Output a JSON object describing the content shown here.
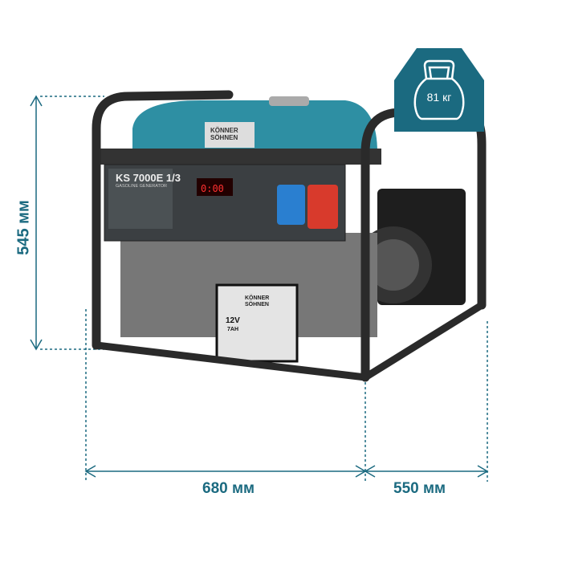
{
  "dimensions": {
    "height": "545 мм",
    "width": "680 мм",
    "depth": "550 мм"
  },
  "weight_badge": {
    "text": "81 кг",
    "icon": "kettlebell-icon",
    "color": "#1b6a80"
  },
  "product": {
    "brand": "KÖNNER SÖHNEN",
    "model": "KS 7000E 1/3",
    "subtitle": "GASOLINE GENERATOR",
    "display": "0:00",
    "battery_voltage": "12V",
    "battery_capacity": "7AH",
    "battery_brand": "KÖNNER SÖHNEN"
  },
  "colors": {
    "dimension": "#1b6a80",
    "tank": "#2e8fa3",
    "frame": "#2a2a2a"
  }
}
